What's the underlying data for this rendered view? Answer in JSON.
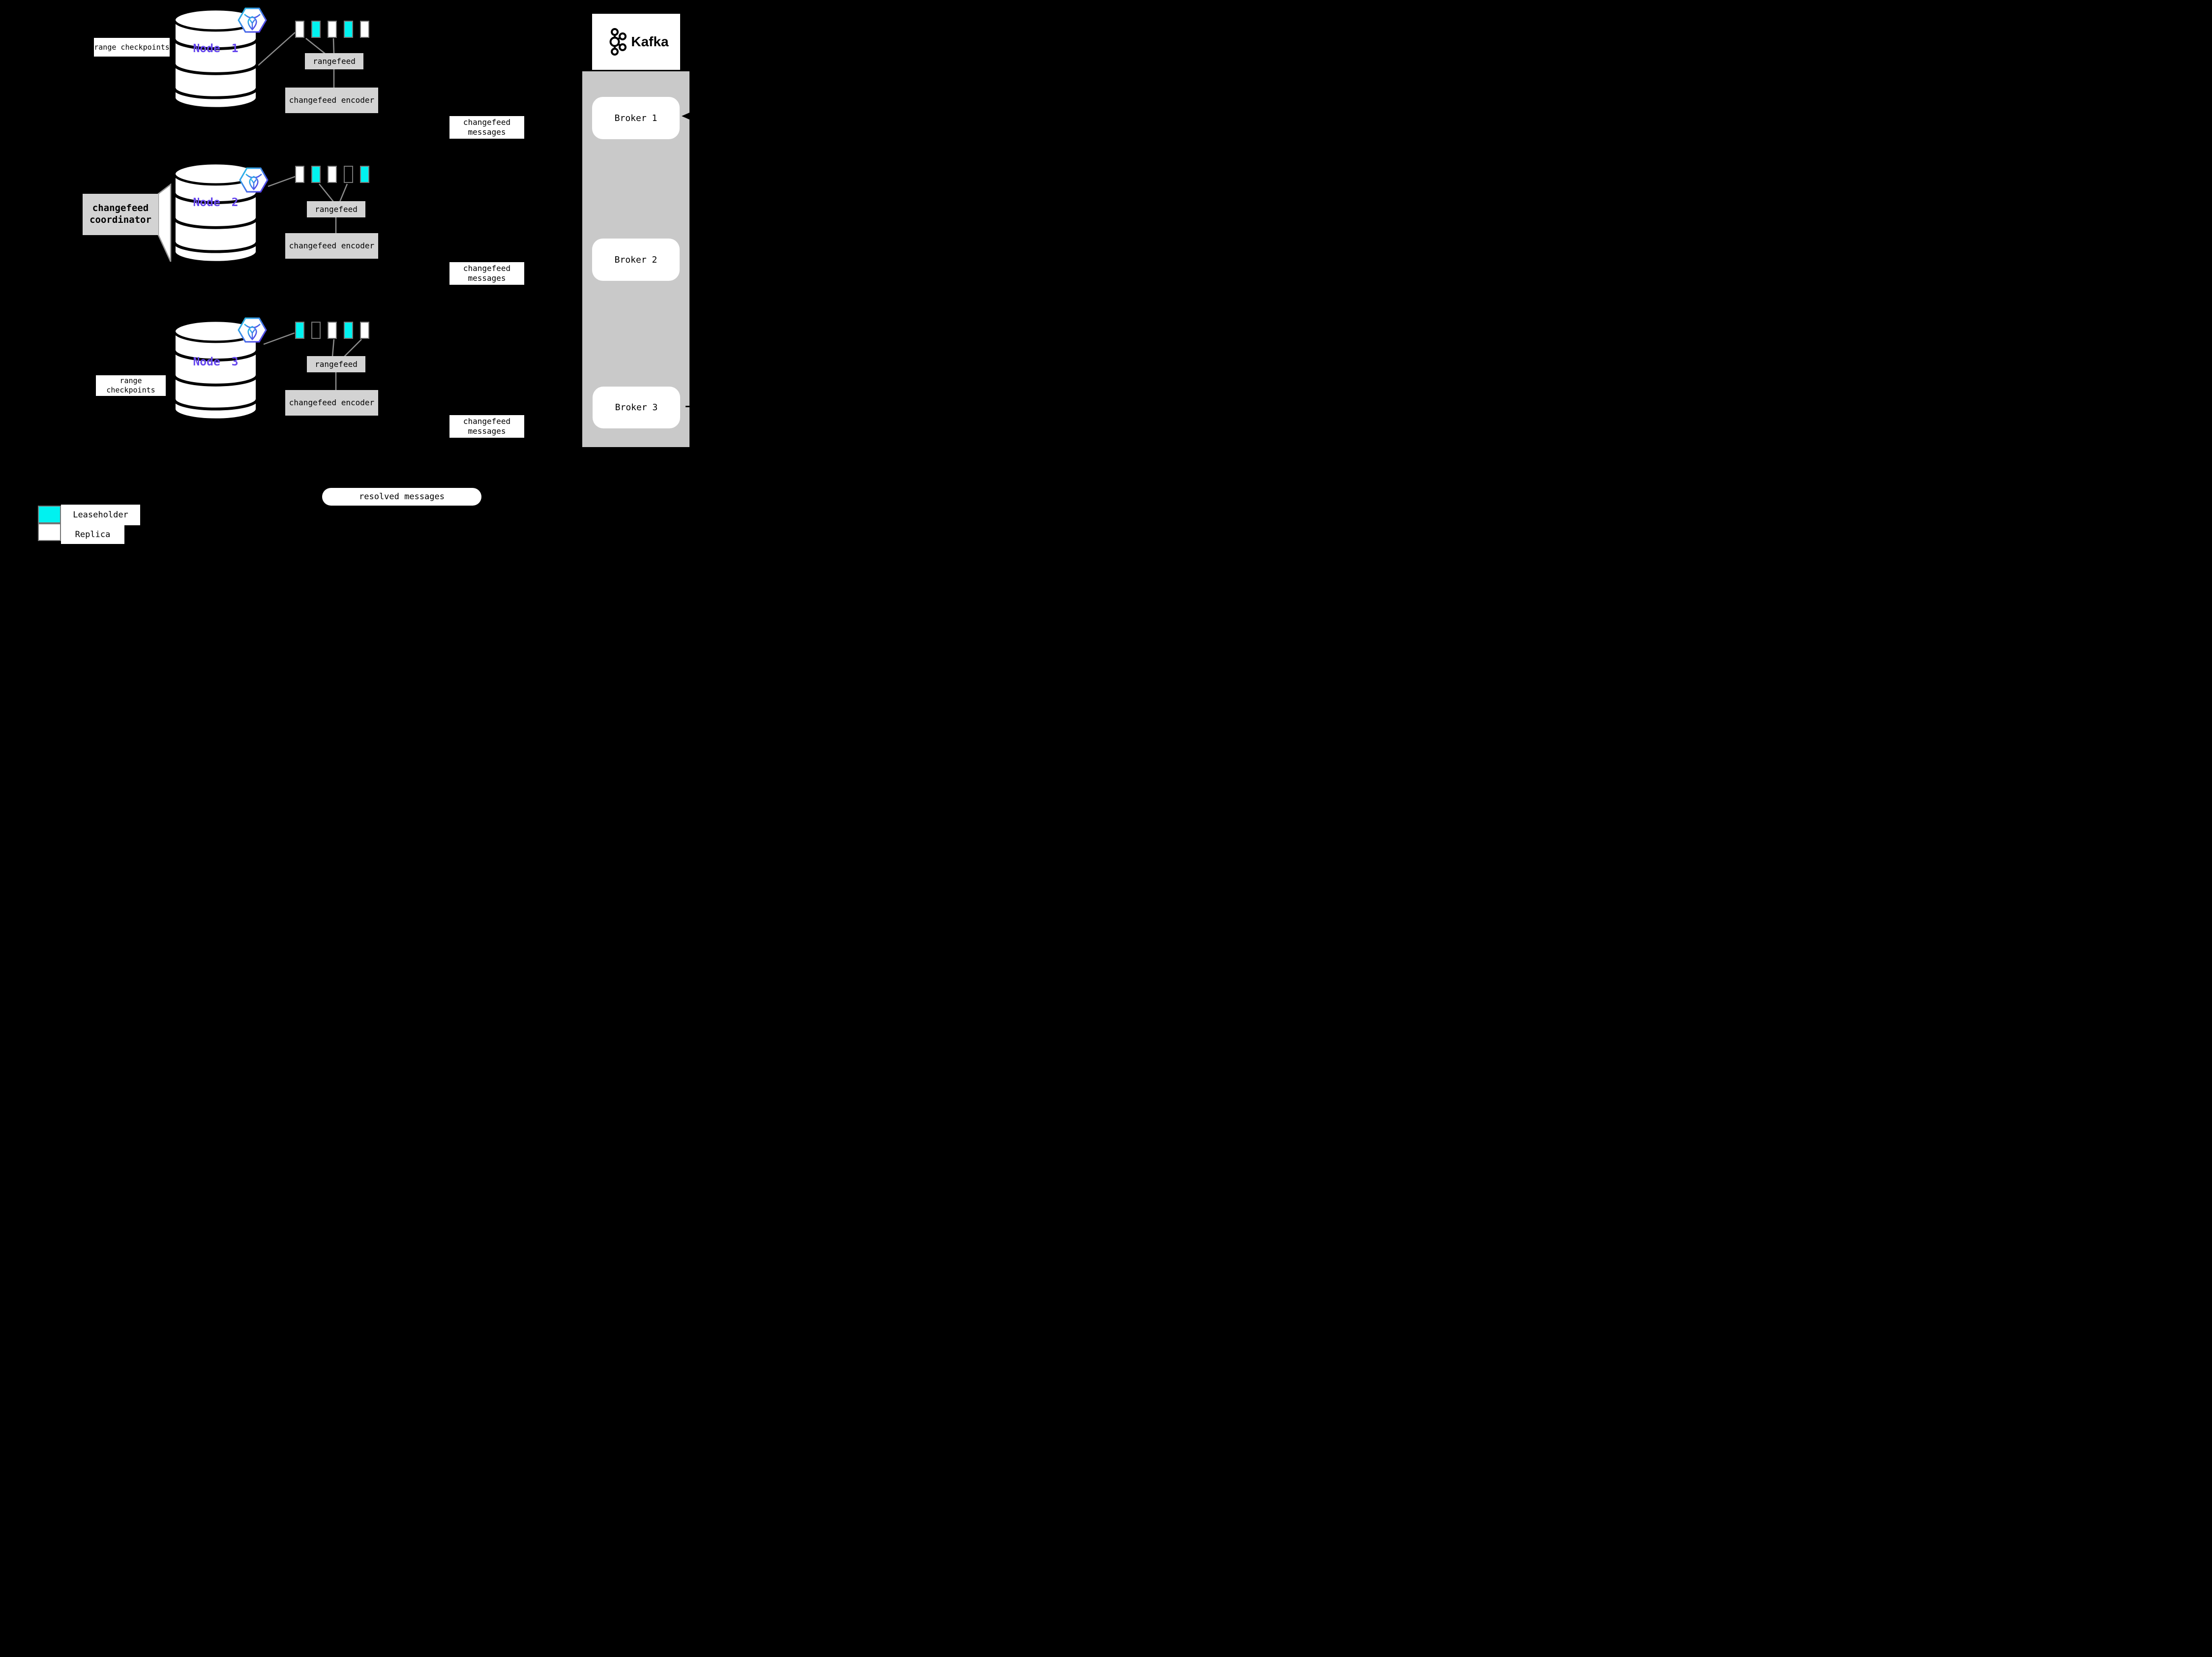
{
  "colors": {
    "leaseholder": "#00F2F0",
    "replica": "#FFFFFF",
    "unfilled": "transparent",
    "node_label": "#6647EE",
    "box_gray": "#D3D3D3",
    "panel_gray": "#C9C9C9",
    "connector_gray": "#8C8C8C",
    "range_border": "#757575"
  },
  "icons": {
    "cockroachdb": "cockroachdb-hexagon-badge",
    "kafka": "kafka-circles-logo",
    "arrowhead": "left-pointing-triangle"
  },
  "nodes": [
    {
      "label": "Node 1",
      "checkpoint_label": "range checkpoints",
      "rangefeed_label": "rangefeed",
      "encoder_label": "changefeed encoder",
      "ranges": [
        {
          "type": "replica",
          "color": "#FFFFFF"
        },
        {
          "type": "leaseholder",
          "color": "#00F2F0"
        },
        {
          "type": "replica",
          "color": "#FFFFFF"
        },
        {
          "type": "leaseholder",
          "color": "#00F2F0"
        },
        {
          "type": "replica",
          "color": "#FFFFFF"
        }
      ]
    },
    {
      "label": "Node 2",
      "coordinator_label": "changefeed coordinator",
      "rangefeed_label": "rangefeed",
      "encoder_label": "changefeed encoder",
      "ranges": [
        {
          "type": "replica",
          "color": "#FFFFFF"
        },
        {
          "type": "leaseholder",
          "color": "#00F2F0"
        },
        {
          "type": "replica",
          "color": "#FFFFFF"
        },
        {
          "type": "unfilled",
          "color": "transparent"
        },
        {
          "type": "leaseholder",
          "color": "#00F2F0"
        }
      ]
    },
    {
      "label": "Node 3",
      "checkpoint_label": "range checkpoints",
      "rangefeed_label": "rangefeed",
      "encoder_label": "changefeed encoder",
      "ranges": [
        {
          "type": "leaseholder",
          "color": "#00F2F0"
        },
        {
          "type": "unfilled",
          "color": "transparent"
        },
        {
          "type": "replica",
          "color": "#FFFFFF"
        },
        {
          "type": "leaseholder",
          "color": "#00F2F0"
        },
        {
          "type": "replica",
          "color": "#FFFFFF"
        }
      ]
    }
  ],
  "messages": {
    "changefeed": [
      {
        "label": "changefeed messages"
      },
      {
        "label": "changefeed messages"
      },
      {
        "label": "changefeed messages"
      }
    ],
    "resolved_label": "resolved messages"
  },
  "kafka": {
    "logo_text": "Kafka",
    "brokers": [
      {
        "label": "Broker 1"
      },
      {
        "label": "Broker 2"
      },
      {
        "label": "Broker 3"
      }
    ]
  },
  "legend": [
    {
      "label": "Leaseholder",
      "color": "#00F2F0"
    },
    {
      "label": "Replica",
      "color": "#FFFFFF"
    }
  ]
}
